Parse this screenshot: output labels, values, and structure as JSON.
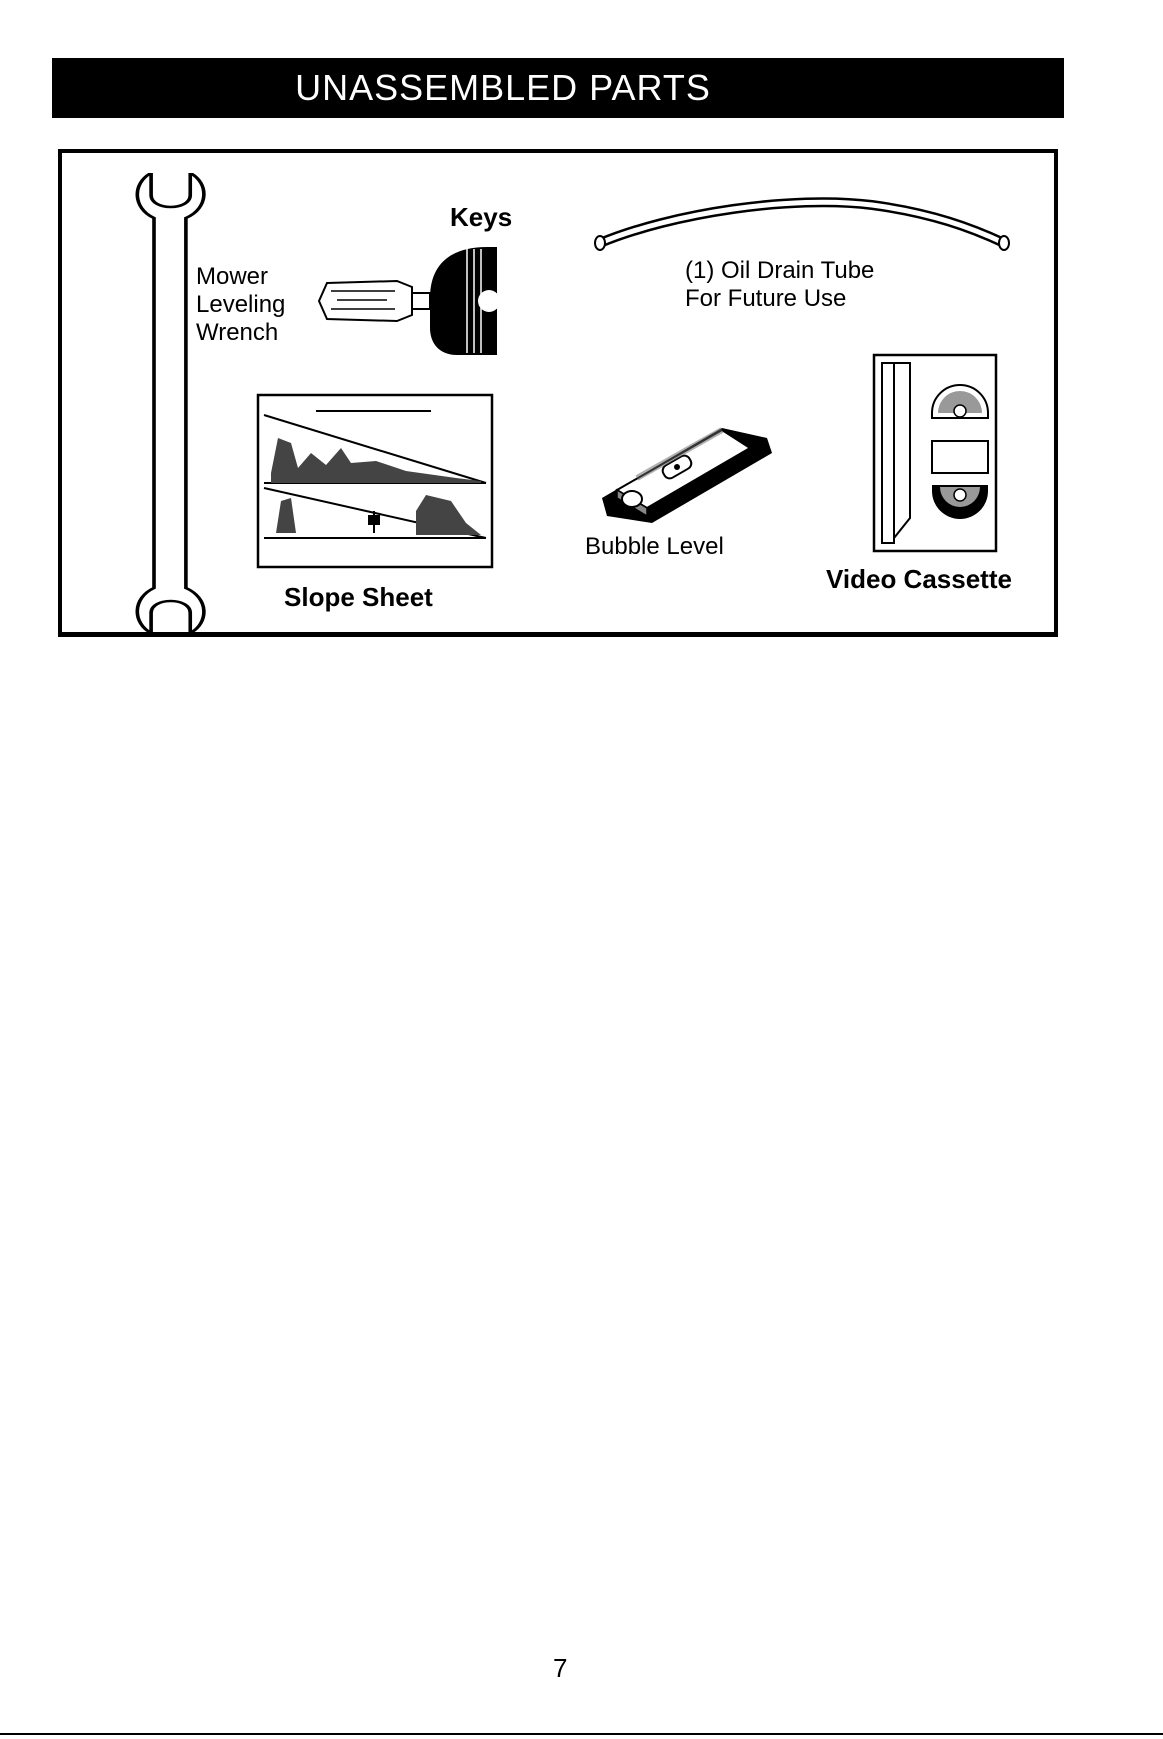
{
  "header": {
    "title": "UNASSEMBLED PARTS"
  },
  "parts": {
    "wrench_label": [
      "Mower",
      "Leveling",
      "Wrench"
    ],
    "keys_label": "Keys",
    "oil_tube_label": [
      "(1) Oil Drain Tube",
      "For Future Use"
    ],
    "slope_sheet_label": "Slope Sheet",
    "bubble_level_label": "Bubble Level",
    "video_cassette_label": "Video Cassette"
  },
  "footer": {
    "page_number": "7"
  }
}
